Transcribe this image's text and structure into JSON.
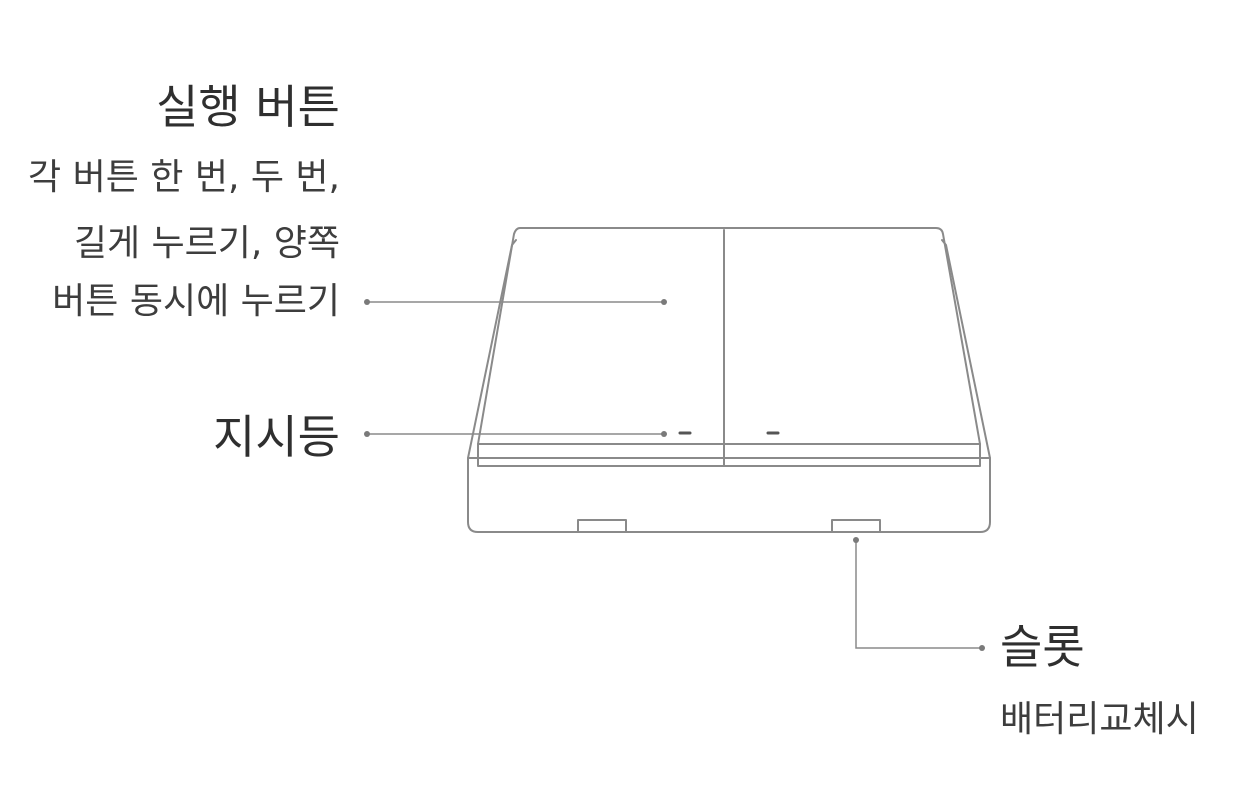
{
  "labels": {
    "action_button": {
      "title": "실행 버튼",
      "desc_line1": "각 버튼 한 번, 두 번,",
      "desc_line2": "길게 누르기, 양쪽",
      "desc_line3": "버튼 동시에 누르기"
    },
    "indicator": {
      "title": "지시등"
    },
    "slot": {
      "title": "슬롯",
      "desc": "배터리교체시"
    }
  },
  "colors": {
    "line": "#8a8a8a",
    "text": "#333333",
    "dot": "#7a7a7a"
  }
}
